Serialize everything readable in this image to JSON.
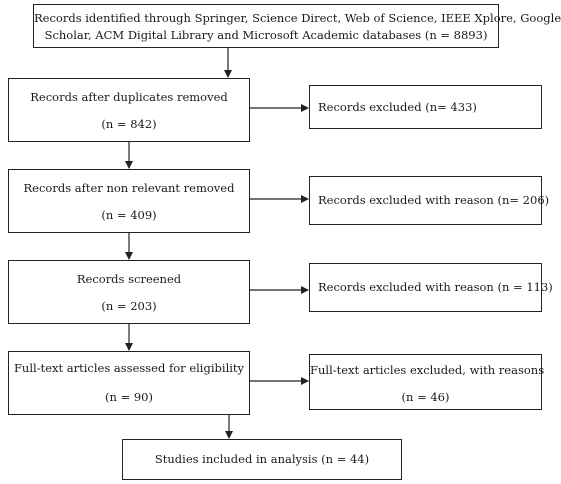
{
  "flowchart": {
    "identified": {
      "line1": "Records identified through Springer, Science Direct, Web of Science, IEEE Xplore, Google",
      "line2": "Scholar, ACM Digital Library and Microsoft Academic databases (n = 8893)"
    },
    "duplicates_removed": {
      "title": "Records after duplicates removed",
      "count": "(n = 842)"
    },
    "non_relevant_removed": {
      "title": "Records after non relevant removed",
      "count": "(n = 409)"
    },
    "screened": {
      "title": "Records screened",
      "count": "(n = 203)"
    },
    "full_text_assessed": {
      "title": "Full-text articles assessed for eligibility",
      "count": "(n = 90)"
    },
    "included": {
      "title": "Studies included in analysis (n = 44)"
    },
    "excluded_1": {
      "title": "Records excluded (n= 433)"
    },
    "excluded_2": {
      "title": "Records excluded with reason (n= 206)"
    },
    "excluded_3": {
      "title": "Records excluded with reason (n = 113)"
    },
    "excluded_4": {
      "title": "Full-text articles excluded, with reasons",
      "count": "(n = 46)"
    }
  }
}
